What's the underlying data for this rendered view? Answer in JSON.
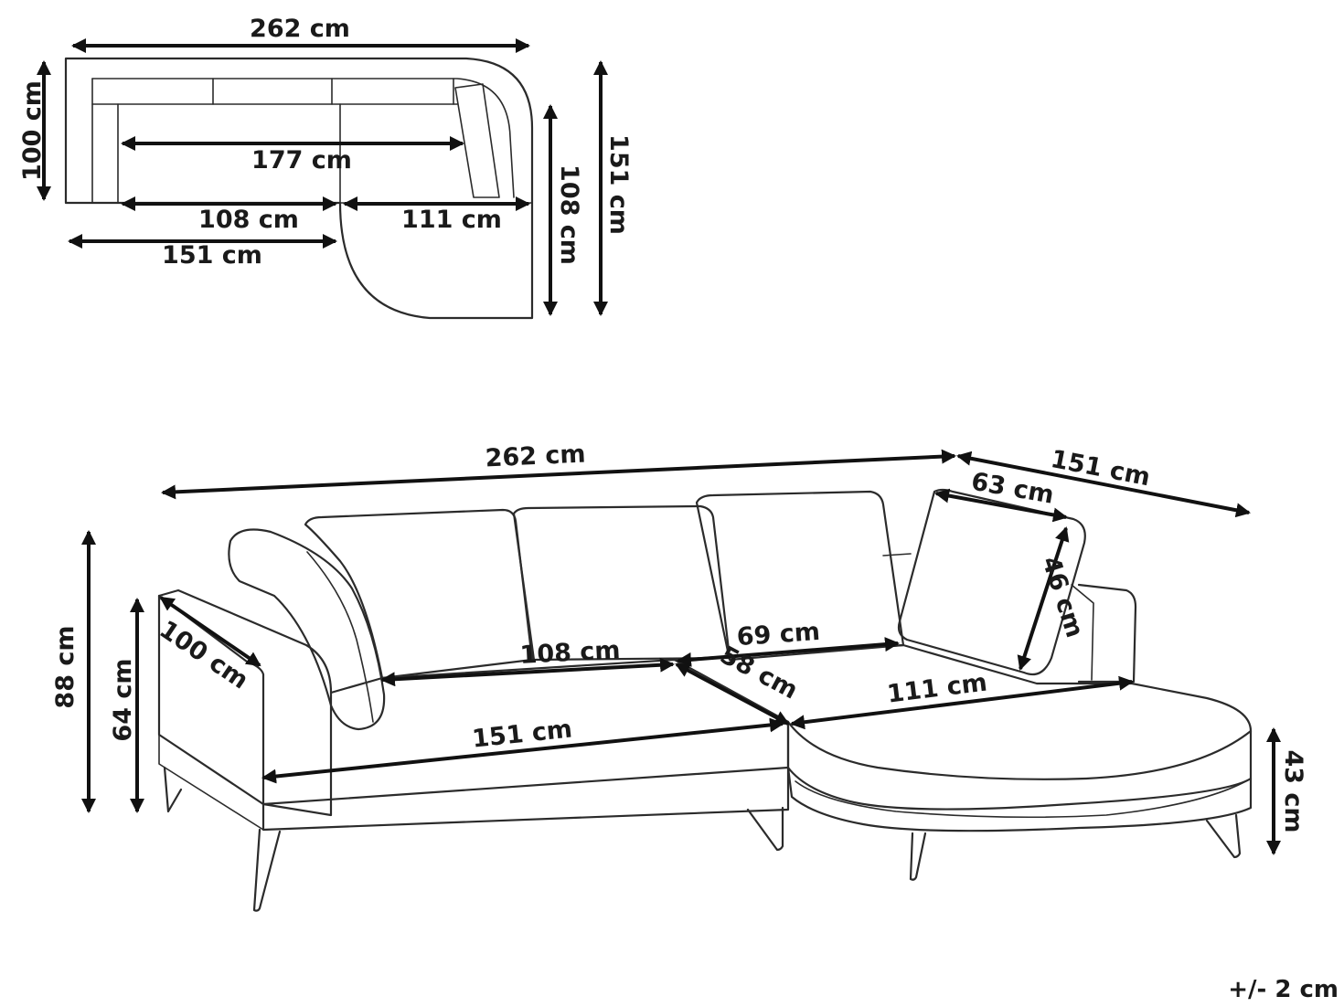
{
  "top_view": {
    "total_width": "262 cm",
    "left_depth": "100 cm",
    "seat_width": "177 cm",
    "segment_left": "108 cm",
    "segment_right": "111 cm",
    "lower_width": "151 cm",
    "chaise_depth": "108 cm",
    "total_depth": "151 cm"
  },
  "side_view": {
    "total_width": "262 cm",
    "chaise_length": "151 cm",
    "cushion_width": "63 cm",
    "cushion_height": "46 cm",
    "arm_depth": "100 cm",
    "back_seat_width": "108 cm",
    "chaise_seat_width": "69 cm",
    "seat_depth": "58 cm",
    "chaise_seat_length": "111 cm",
    "front_width": "151 cm",
    "total_height": "88 cm",
    "arm_height": "64 cm",
    "seat_height": "43 cm"
  },
  "tolerance": "+/- 2 cm"
}
